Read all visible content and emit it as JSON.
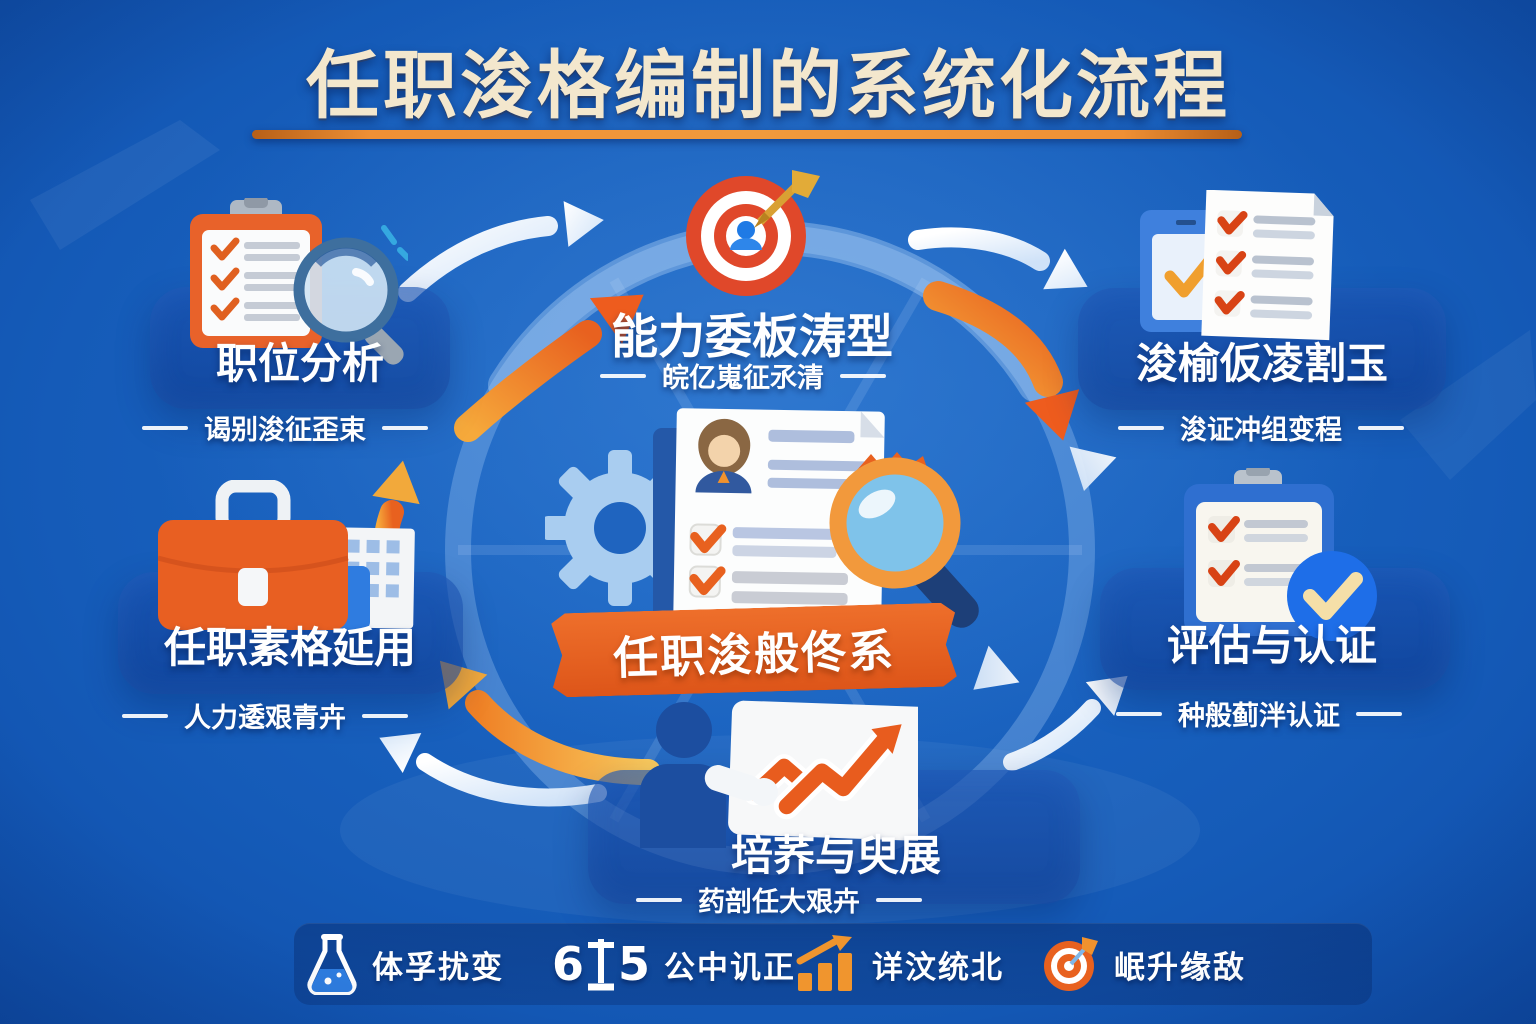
{
  "title": {
    "text": "任职浚格编制的系统化流程"
  },
  "center": {
    "banner_label": "任职浚般佟系"
  },
  "nodes": {
    "job_analysis": {
      "title": "职位分析",
      "subtitle": "谒别浚征歪束"
    },
    "competency_model": {
      "title": "能力委板涛型",
      "subtitle": "皖亿嵬征氶清"
    },
    "standard_setting": {
      "title": "浚榆仮凌割玉",
      "subtitle": "浚证冲组变程"
    },
    "qualification_application": {
      "title": "任职素格延用",
      "subtitle": "人力逶艰青卉"
    },
    "assessment_certification": {
      "title": "评估与认证",
      "subtitle": "种般蓟泮认证"
    },
    "training_development": {
      "title": "培荞与臾展",
      "subtitle": "药剖任大艰卉"
    }
  },
  "legend": {
    "items": [
      {
        "icon": "flask-icon",
        "label": "体孚扰变"
      },
      {
        "icon": "balance-scale-icon",
        "label": "公中讥正",
        "scale_left_digit": "6",
        "scale_right_digit": "5"
      },
      {
        "icon": "bar-chart-icon",
        "label": "详汶统北"
      },
      {
        "icon": "target-icon",
        "label": "岷升缘敌"
      }
    ]
  },
  "colors": {
    "background_blue": "#155bb8",
    "accent_orange": "#e8611f",
    "banner_orange": "#dd5519",
    "title_cream": "#f3e7cd",
    "underline_orange": "#ef9035",
    "arrow_white": "#ffffff",
    "ring_blue": "#a9cdf0"
  }
}
